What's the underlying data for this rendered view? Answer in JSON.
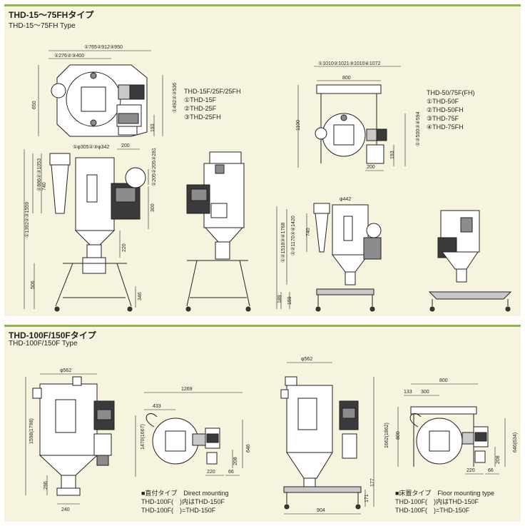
{
  "top_panel": {
    "title": "THD-15～75FHタイプ",
    "subtitle": "THD-15～75FH Type",
    "models_15_25": {
      "heading": "THD-15F/25F/25FH",
      "items": [
        "①THD-15F",
        "②THD-25F",
        "③THD-25FH"
      ]
    },
    "models_50_75": {
      "heading": "THD-50/75F(FH)",
      "items": [
        "①THD-50F",
        "②THD-50FH",
        "③THD-75F",
        "④THD-75FH"
      ]
    },
    "dims_small": {
      "total_width": "①765②912③950",
      "width_276": "①276②③400",
      "depth_650": "650",
      "height_536": "①492②③536",
      "h_193": "193",
      "w_200": "200",
      "dia": "①φ305②③φ342",
      "h_205": "①205②205③281",
      "h_300": "300",
      "h_1053": "①886②③1053",
      "h_740": "740",
      "h_1559": "①1392②③1559",
      "h_220": "220",
      "h_506": "506",
      "h_346": "346"
    },
    "dims_large": {
      "total_width": "①1010②1021③1010④1072",
      "width_800": "800",
      "h_1100": "1100",
      "h_594": "①②500③④594",
      "h_193": "193",
      "w_200": "200",
      "dia": "φ442",
      "h_740": "740",
      "h_1420": "①②1170③④1420",
      "h_1768": "①②1518③④1768",
      "h_189": "189",
      "h_159": "159"
    }
  },
  "bottom_panel": {
    "title": "THD-100F/150Fタイプ",
    "subtitle": "THD-100F/150F Type",
    "direct": {
      "label": "■直付タイプ　Direct mounting",
      "line2": "THD-100F(　)内はTHD-150F",
      "line3": "THD-100F(　)=THD-150F",
      "dims": {
        "dia": "φ562",
        "h_total": "1598(1798)",
        "h_296": "296",
        "w_240": "240",
        "w_1269": "1269",
        "w_433": "433",
        "h_1470": "1470(1667)",
        "h_646": "646",
        "h_208": "208",
        "w_220": "220",
        "w_66": "66"
      }
    },
    "floor": {
      "label": "■床置タイプ　Floor mounting type",
      "line2": "THD-100F(　)内はTHD-150F",
      "line3": "THD-100F(　)=THD-150F",
      "dims": {
        "dia": "φ562",
        "h_total": "1662(1862)",
        "h_171": "171",
        "h_177": "177",
        "w_904": "904",
        "w_800": "800",
        "w_133": "133",
        "w_300": "300",
        "h_800": "800",
        "h_646": "646(634)",
        "h_208": "208",
        "w_220": "220",
        "w_66": "66"
      }
    }
  }
}
